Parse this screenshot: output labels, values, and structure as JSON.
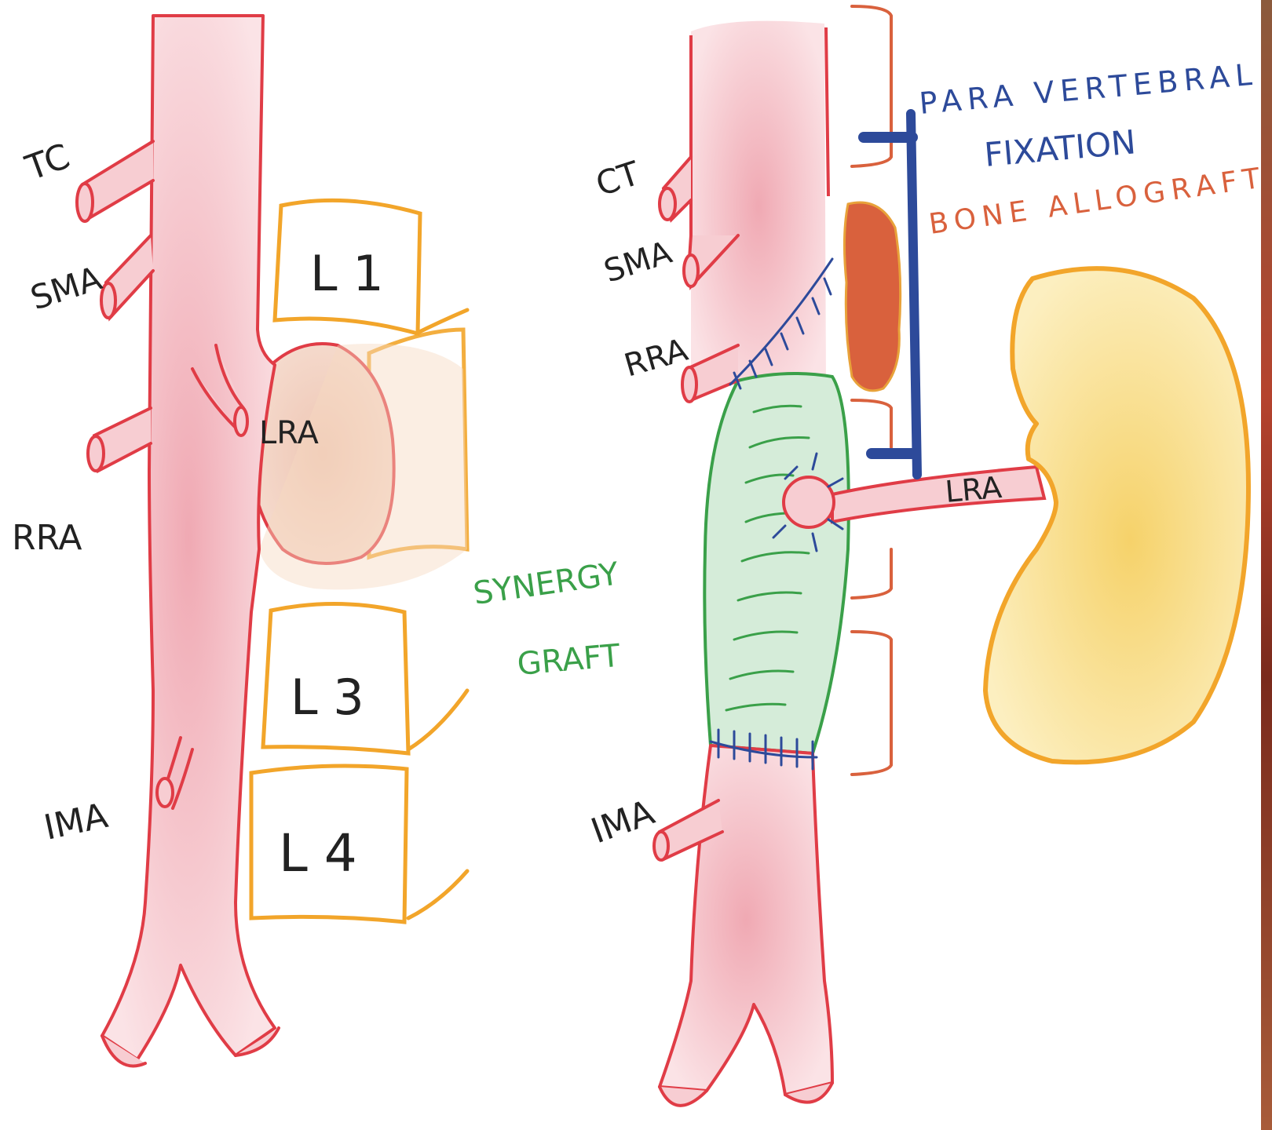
{
  "colors": {
    "vessel_stroke": "#e03c46",
    "vessel_fill": "#f7cdd2",
    "vertebra_stroke": "#f2a52a",
    "label_text": "#222222",
    "graft_stroke": "#3aa049",
    "graft_fill": "#d5ecd9",
    "fixation": "#2d4a9a",
    "allograft": "#d9613d",
    "kidney_fill": "#f9e08a",
    "kidney_stroke": "#f2a52a"
  },
  "left_panel": {
    "labels": {
      "tc": "TC",
      "sma": "SMA",
      "lra": "LRA",
      "rra": "RRA",
      "ima": "IMA"
    },
    "vertebrae": {
      "l1": "L 1",
      "l3": "L 3",
      "l4": "L 4"
    }
  },
  "middle": {
    "synergy_graft": [
      "SYNERGY",
      "GRAFT"
    ]
  },
  "right_panel": {
    "labels": {
      "ct": "CT",
      "sma": "SMA",
      "rra": "RRA",
      "lra": "LRA",
      "ima": "IMA"
    },
    "paravertebral_fixation": [
      "PARA VERTEBRAL",
      "FIXATION"
    ],
    "bone_allograft": "BONE ALLOGRAFT"
  }
}
